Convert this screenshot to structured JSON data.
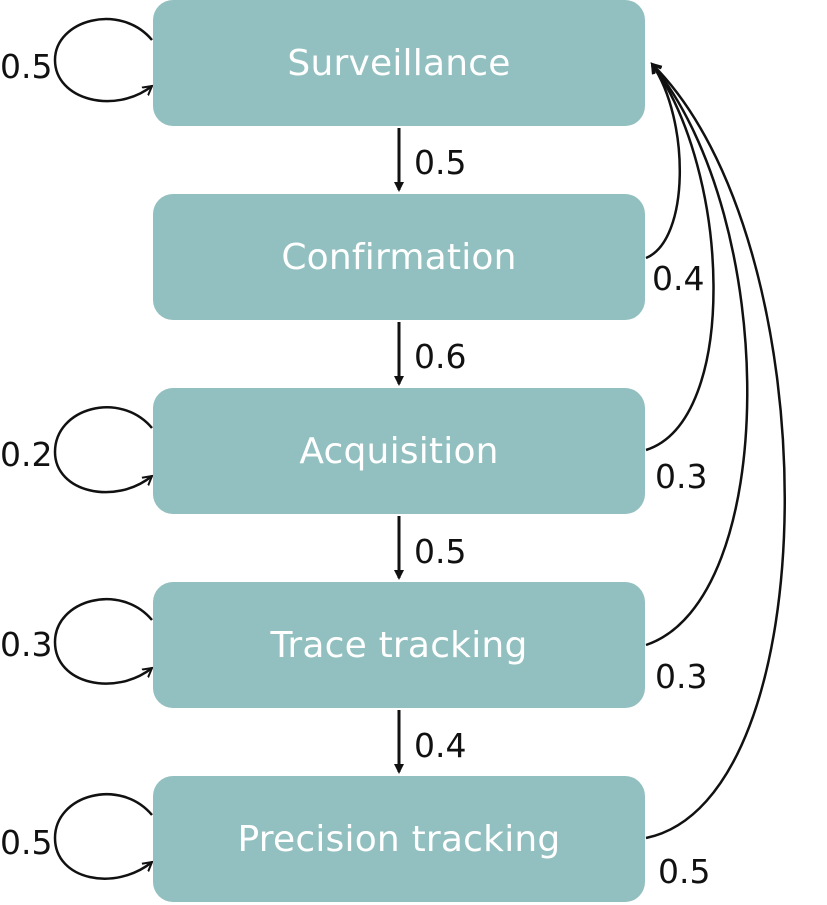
{
  "states": [
    {
      "label": "Surveillance"
    },
    {
      "label": "Confirmation"
    },
    {
      "label": "Acquisition"
    },
    {
      "label": "Trace tracking"
    },
    {
      "label": "Precision tracking"
    }
  ],
  "self_loops": {
    "surveillance": "0.5",
    "acquisition": "0.2",
    "trace_tracking": "0.3",
    "precision_tracking": "0.5"
  },
  "forward_transitions": {
    "surveillance_to_confirmation": "0.5",
    "confirmation_to_acquisition": "0.6",
    "acquisition_to_trace_tracking": "0.5",
    "trace_tracking_to_precision_tracking": "0.4"
  },
  "return_transitions": {
    "confirmation_to_surveillance": "0.4",
    "acquisition_to_surveillance": "0.3",
    "trace_tracking_to_surveillance": "0.3",
    "precision_tracking_to_surveillance": "0.5"
  },
  "colors": {
    "state_fill": "#92bfbf",
    "state_text": "#ffffff",
    "line": "#111111"
  }
}
